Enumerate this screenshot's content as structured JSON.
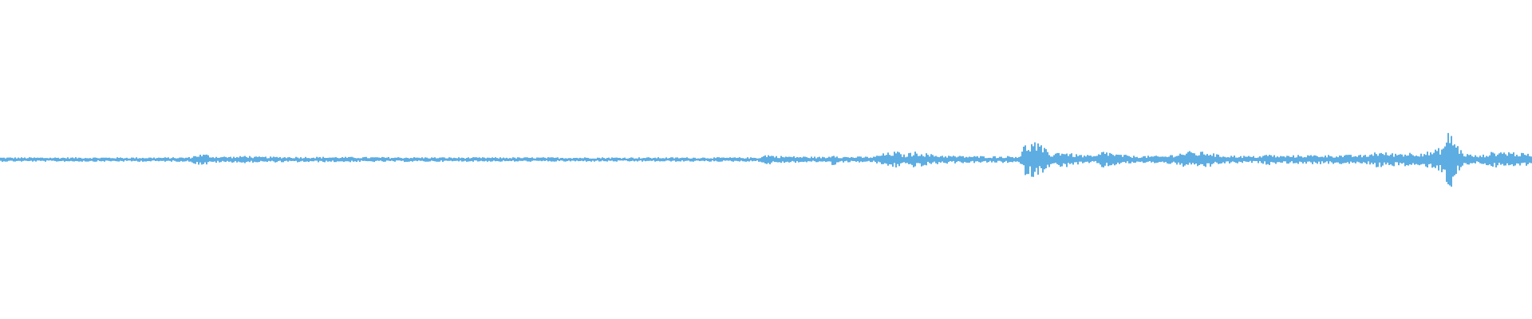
{
  "waveform": {
    "color": "#5dade2",
    "background": "#ffffff",
    "peak_scale": 1.0,
    "envelope": [
      [
        0.0,
        0.012
      ],
      [
        0.12,
        0.012
      ],
      [
        0.124,
        0.014
      ],
      [
        0.128,
        0.028
      ],
      [
        0.134,
        0.03
      ],
      [
        0.138,
        0.018
      ],
      [
        0.155,
        0.016
      ],
      [
        0.16,
        0.024
      ],
      [
        0.165,
        0.016
      ],
      [
        0.3,
        0.012
      ],
      [
        0.4,
        0.012
      ],
      [
        0.495,
        0.012
      ],
      [
        0.5,
        0.03
      ],
      [
        0.506,
        0.02
      ],
      [
        0.54,
        0.014
      ],
      [
        0.543,
        0.034
      ],
      [
        0.548,
        0.016
      ],
      [
        0.57,
        0.016
      ],
      [
        0.574,
        0.03
      ],
      [
        0.585,
        0.045
      ],
      [
        0.59,
        0.025
      ],
      [
        0.594,
        0.04
      ],
      [
        0.6,
        0.045
      ],
      [
        0.606,
        0.03
      ],
      [
        0.612,
        0.025
      ],
      [
        0.625,
        0.02
      ],
      [
        0.65,
        0.018
      ],
      [
        0.665,
        0.02
      ],
      [
        0.668,
        0.08
      ],
      [
        0.675,
        0.1
      ],
      [
        0.68,
        0.07
      ],
      [
        0.686,
        0.03
      ],
      [
        0.692,
        0.05
      ],
      [
        0.7,
        0.03
      ],
      [
        0.715,
        0.02
      ],
      [
        0.72,
        0.05
      ],
      [
        0.728,
        0.03
      ],
      [
        0.74,
        0.02
      ],
      [
        0.76,
        0.02
      ],
      [
        0.775,
        0.045
      ],
      [
        0.782,
        0.04
      ],
      [
        0.788,
        0.045
      ],
      [
        0.795,
        0.025
      ],
      [
        0.82,
        0.018
      ],
      [
        0.828,
        0.03
      ],
      [
        0.834,
        0.02
      ],
      [
        0.85,
        0.025
      ],
      [
        0.88,
        0.025
      ],
      [
        0.893,
        0.025
      ],
      [
        0.896,
        0.045
      ],
      [
        0.902,
        0.04
      ],
      [
        0.908,
        0.035
      ],
      [
        0.925,
        0.04
      ],
      [
        0.935,
        0.045
      ],
      [
        0.942,
        0.08
      ],
      [
        0.946,
        0.175
      ],
      [
        0.95,
        0.09
      ],
      [
        0.955,
        0.035
      ],
      [
        0.965,
        0.02
      ],
      [
        0.975,
        0.045
      ],
      [
        0.985,
        0.045
      ],
      [
        0.992,
        0.035
      ],
      [
        1.0,
        0.03
      ]
    ]
  }
}
